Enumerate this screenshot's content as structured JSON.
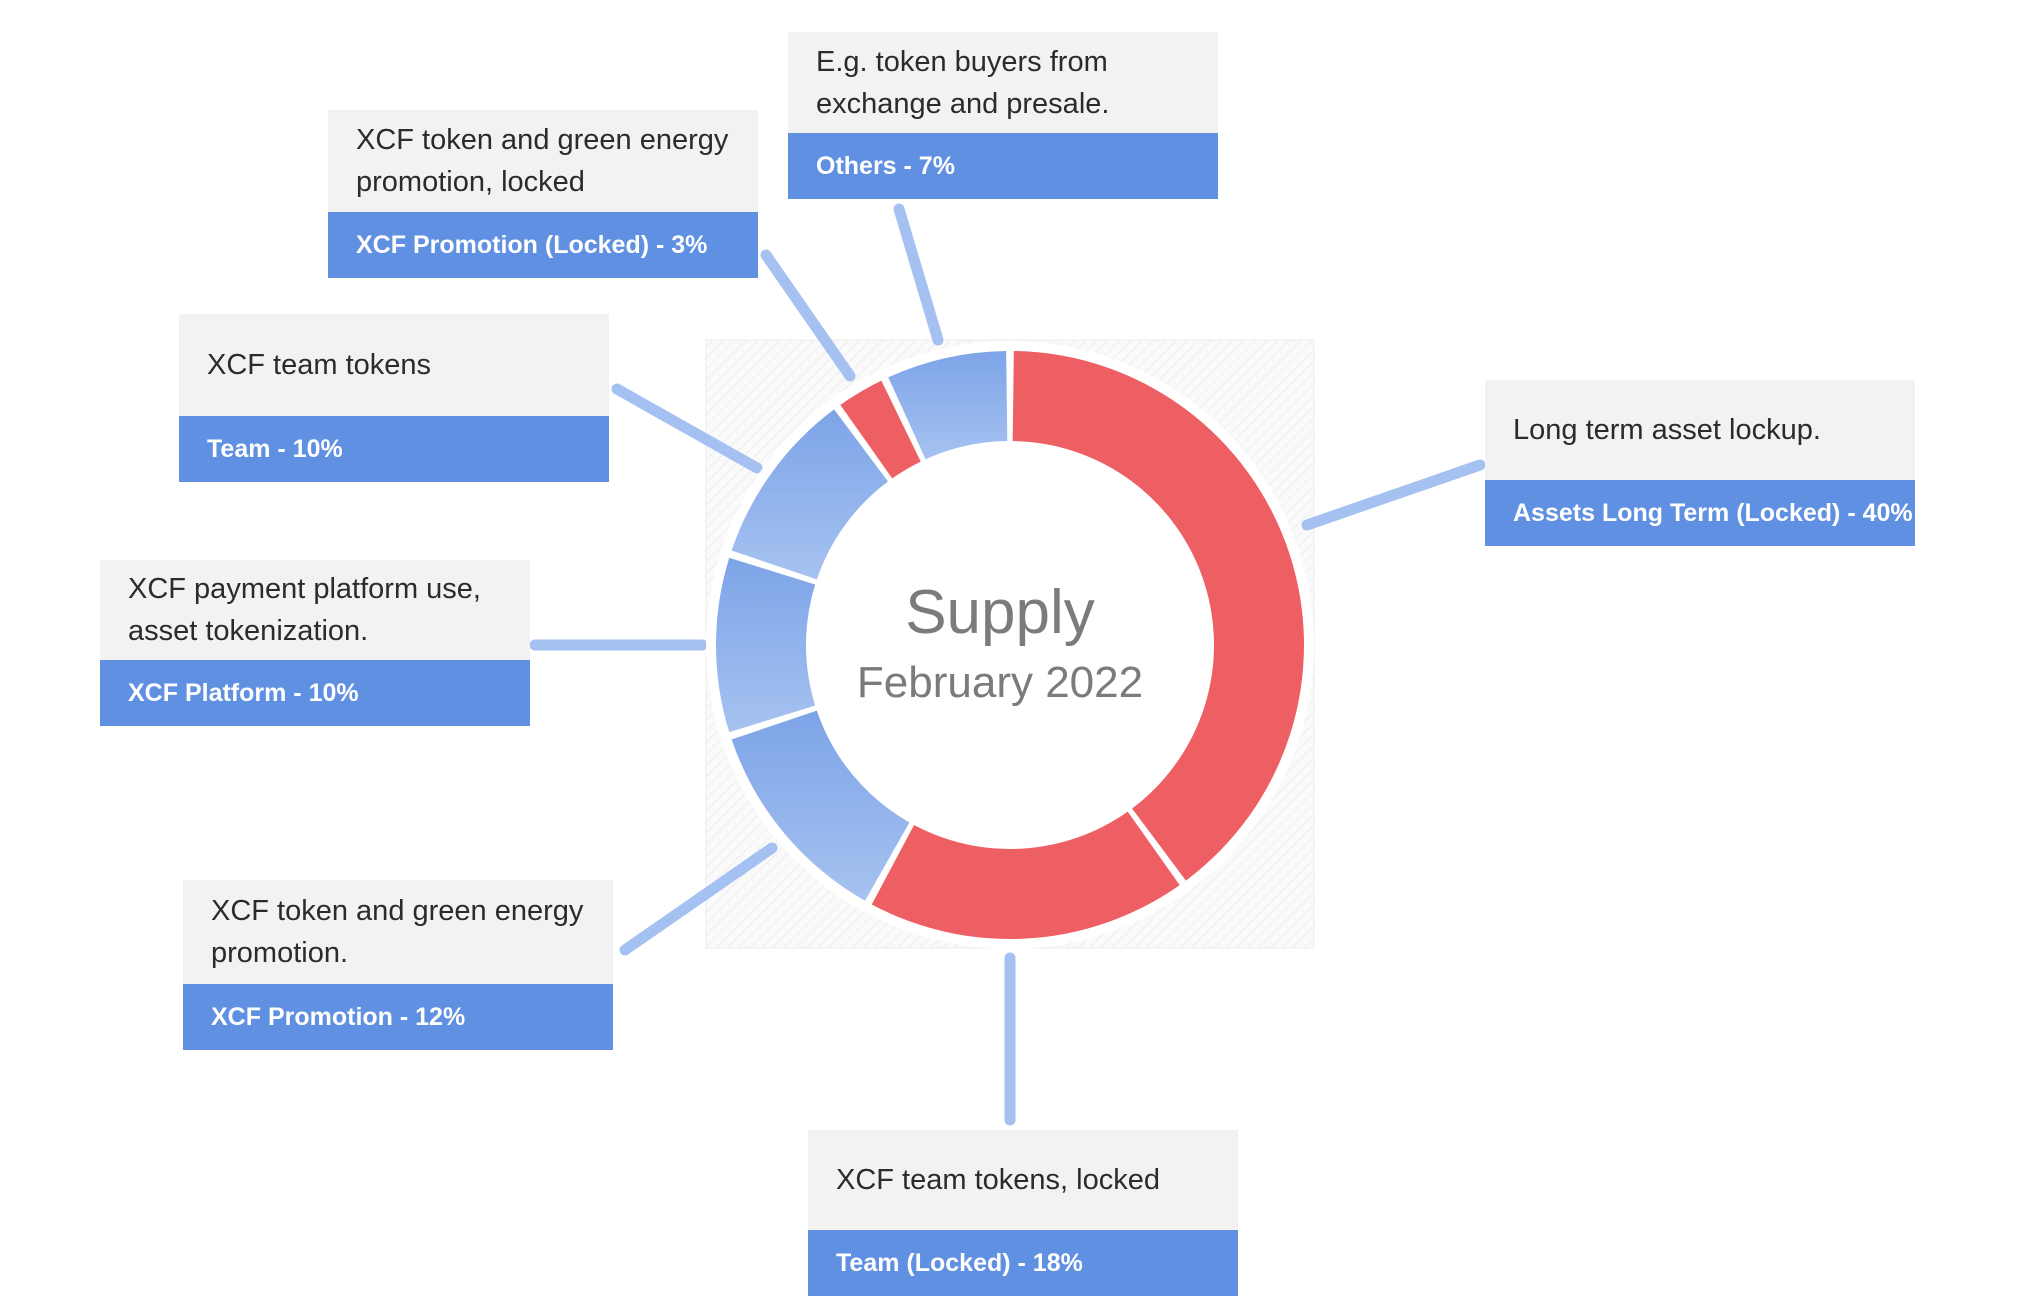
{
  "colors": {
    "locked": "#ee5f64",
    "unlocked_top": "#7da4e8",
    "unlocked_bottom": "#a6c2f0",
    "tag": "#6090e2",
    "connector": "#a5c1f2",
    "desc_bg": "#f2f2f2"
  },
  "chart_data": {
    "type": "pie",
    "title": "Supply",
    "subtitle": "February 2022",
    "series": [
      {
        "name": "Assets Long Term (Locked)",
        "value": 40,
        "label": "Assets Long Term (Locked) - 40%",
        "description": "Long term asset lockup.",
        "locked": true
      },
      {
        "name": "Team (Locked)",
        "value": 18,
        "label": "Team (Locked) - 18%",
        "description": "XCF team tokens, locked",
        "locked": true
      },
      {
        "name": "XCF Promotion",
        "value": 12,
        "label": "XCF Promotion - 12%",
        "description": "XCF token and green energy promotion.",
        "locked": false
      },
      {
        "name": "XCF Platform",
        "value": 10,
        "label": "XCF Platform - 10%",
        "description": "XCF payment platform use, asset tokenization.",
        "locked": false
      },
      {
        "name": "Team",
        "value": 10,
        "label": "Team - 10%",
        "description": "XCF team tokens",
        "locked": false
      },
      {
        "name": "XCF Promotion (Locked)",
        "value": 3,
        "label": "XCF Promotion (Locked) - 3%",
        "description": "XCF token and green energy promotion, locked",
        "locked": true
      },
      {
        "name": "Others",
        "value": 7,
        "label": "Others - 7%",
        "description": "E.g. token buyers from exchange and presale.",
        "locked": false
      }
    ]
  }
}
